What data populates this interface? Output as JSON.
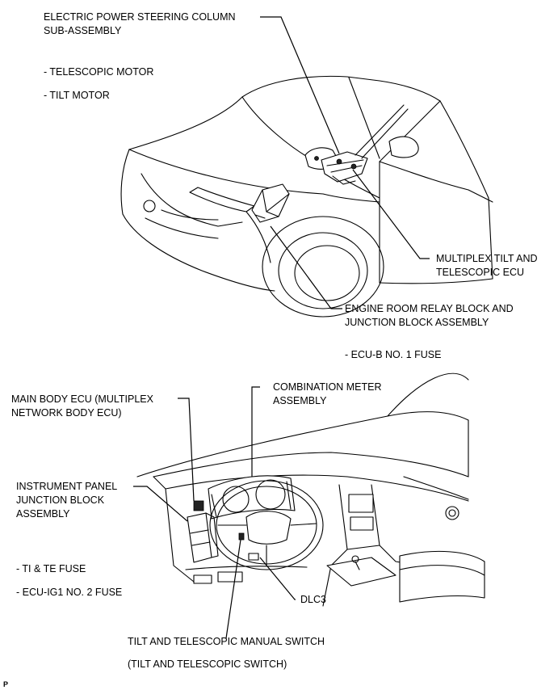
{
  "figure_id": "P",
  "labels": {
    "eps_column_1": "ELECTRIC POWER STEERING COLUMN",
    "eps_column_2": "SUB-ASSEMBLY",
    "telescopic_motor": "- TELESCOPIC MOTOR",
    "tilt_motor": "- TILT MOTOR",
    "multiplex_ecu_1": "MULTIPLEX TILT AND",
    "multiplex_ecu_2": "TELESCOPIC ECU",
    "engine_relay_1": "ENGINE ROOM RELAY BLOCK AND",
    "engine_relay_2": "JUNCTION BLOCK ASSEMBLY",
    "ecu_b_fuse": "- ECU-B NO. 1 FUSE",
    "combination_meter_1": "COMBINATION METER",
    "combination_meter_2": "ASSEMBLY",
    "main_body_ecu_1": "MAIN BODY ECU (MULTIPLEX",
    "main_body_ecu_2": "NETWORK BODY ECU)",
    "instrument_panel_1": "INSTRUMENT PANEL",
    "instrument_panel_2": "JUNCTION BLOCK",
    "instrument_panel_3": "ASSEMBLY",
    "ti_te_fuse": "- TI & TE FUSE",
    "ecu_ig1_fuse": "- ECU-IG1 NO. 2 FUSE",
    "dlc3": "DLC3",
    "tilt_switch_1": "TILT AND TELESCOPIC MANUAL SWITCH",
    "tilt_switch_2": "(TILT AND TELESCOPIC SWITCH)"
  }
}
